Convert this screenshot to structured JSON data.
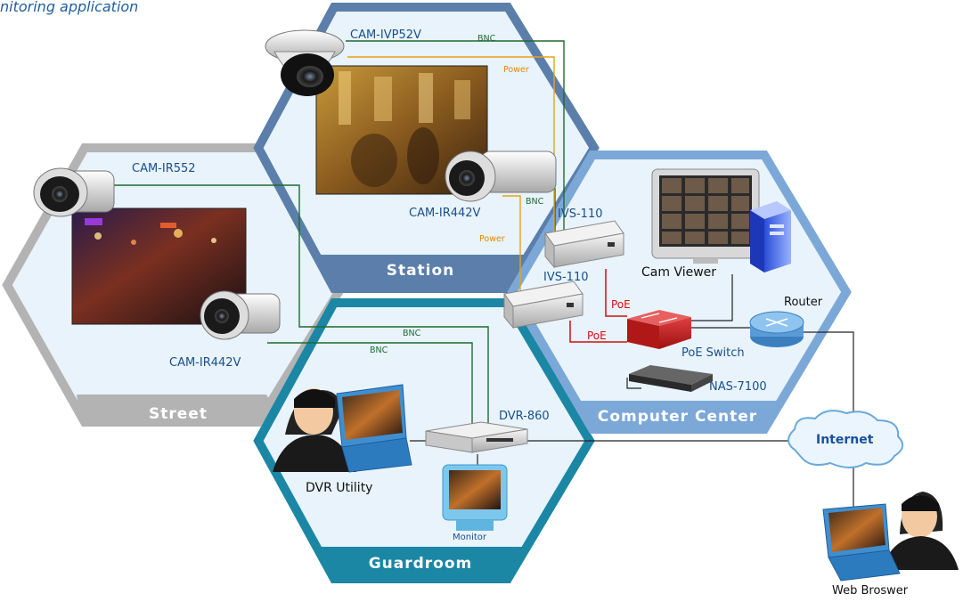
{
  "header": {
    "text": "nitoring application"
  },
  "zones": {
    "station": "Station",
    "street": "Street",
    "guardroom": "Guardroom",
    "computer_center": "Computer Center"
  },
  "cameras": {
    "cam_ivp52v": "CAM-IVP52V",
    "cam_ir552": "CAM-IR552",
    "cam_ir442v_station": "CAM-IR442V",
    "cam_ir442v_street": "CAM-IR442V"
  },
  "devices": {
    "ivs_110_top": "IVS-110",
    "ivs_110_bottom": "IVS-110",
    "cam_viewer": "Cam Viewer",
    "router": "Router",
    "poe_switch": "PoE Switch",
    "nas": "NAS-7100",
    "dvr": "DVR-860",
    "dvr_utility": "DVR Utility",
    "monitor": "Monitor",
    "internet": "Internet",
    "web_browser": "Web Broswer"
  },
  "cable_labels": {
    "bnc_top": "BNC",
    "power_top": "Power",
    "bnc_mid": "BNC",
    "power_mid": "Power",
    "poe_top": "PoE",
    "poe_bottom": "PoE",
    "bnc_street_1": "BNC",
    "bnc_street_2": "BNC"
  },
  "colors": {
    "station_border": "#5b7faa",
    "street_border": "#b3b3b3",
    "guardroom_border": "#1b87a5",
    "computer_border": "#7ca8d8",
    "hex_fill": "#e8f3fc",
    "bnc_line": "#1e6b2e",
    "power_line": "#e8a21a",
    "poe_line": "#d01010"
  }
}
